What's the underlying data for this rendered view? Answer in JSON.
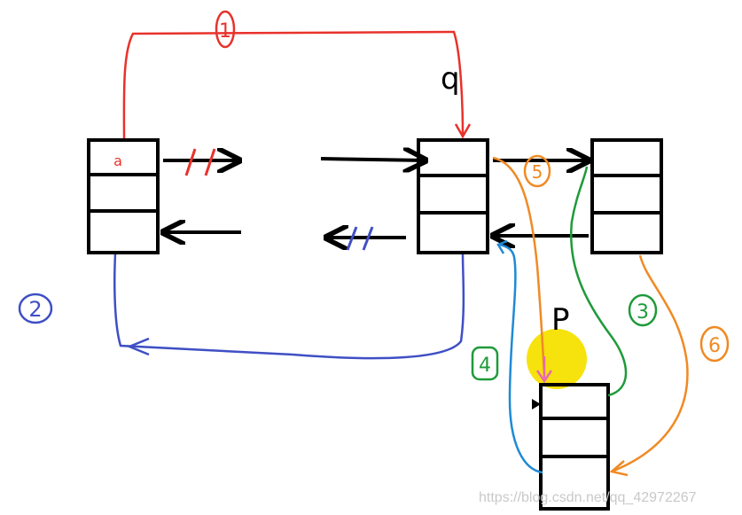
{
  "labels": {
    "step1": "1",
    "step2": "2",
    "step3": "3",
    "step4": "4",
    "step5": "5",
    "step6": "6",
    "q": "q",
    "p": "P",
    "node_a_mark": "a"
  },
  "watermark": "https://blog.csdn.net/qq_42972267",
  "colors": {
    "step1": "#e8322b",
    "step2": "#3f4fc4",
    "step3": "#1f9a3a",
    "step4": "#1e8ad6",
    "step5": "#f08a24",
    "step6": "#f08a24",
    "step4_label": "#1f9a3a",
    "pink": "#e86ab0",
    "highlight": "#f5e000",
    "box": "#000000"
  }
}
